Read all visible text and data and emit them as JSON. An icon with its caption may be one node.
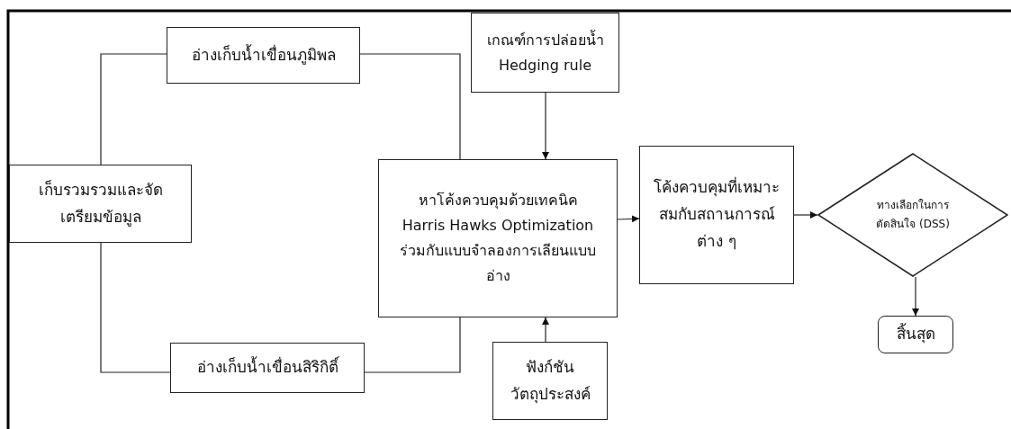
{
  "diagram": {
    "nodes": [
      {
        "text": [
          "เก็บรวมรวมและจัดเตรียมข้อมูล"
        ]
      },
      {
        "text": [
          "อ่างเก็บน้ำเขื่อนภูมิพล"
        ]
      },
      {
        "text": [
          "อ่างเก็บน้ำเขื่อนสิริกิติ์"
        ]
      },
      {
        "text": [
          "เกณฑ์การปล่อยน้ำ Hedging rule"
        ]
      },
      {
        "text": [
          "หาโค้งควบคุมด้วยเทคนิค",
          "Harris Hawks Optimization",
          "ร่วมกับแบบจำลองการเลียนแบบอ่าง"
        ]
      },
      {
        "text": [
          "ฟังก์ชันวัตถุประสงค์"
        ]
      },
      {
        "text": [
          "โค้งควบคุมที่เหมาะสมกับสถานการณ์ต่าง ๆ"
        ]
      },
      {
        "text": [
          "ทางเลือกในการตัดสินใจ (DSS)"
        ]
      },
      {
        "text": [
          "สิ้นสุด"
        ]
      }
    ],
    "edges": [
      {
        "from": 0,
        "to": 1,
        "arrow": "none"
      },
      {
        "from": 1,
        "to": 4,
        "arrow": "none"
      },
      {
        "from": 0,
        "to": 2,
        "arrow": "none"
      },
      {
        "from": 2,
        "to": 4,
        "arrow": "none"
      },
      {
        "from": 3,
        "to": 4,
        "arrow": "to"
      },
      {
        "from": 5,
        "to": 4,
        "arrow": "to"
      },
      {
        "from": 4,
        "to": 6,
        "arrow": "to"
      },
      {
        "from": 6,
        "to": 7,
        "arrow": "to"
      },
      {
        "from": 7,
        "to": 8,
        "arrow": "to"
      }
    ]
  }
}
